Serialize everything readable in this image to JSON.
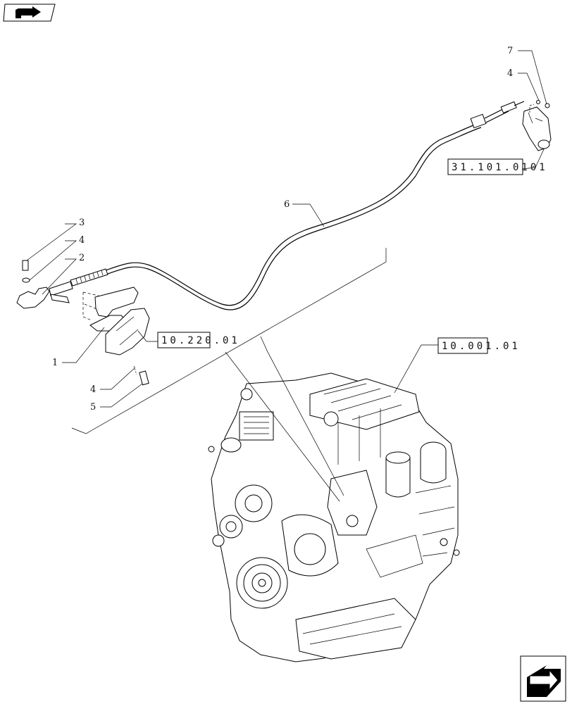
{
  "callouts": {
    "c7_top": "7",
    "c4_top": "4",
    "c6": "6",
    "c3": "3",
    "c4_left": "4",
    "c2": "2",
    "c1": "1",
    "c4_bottom": "4",
    "c5": "5"
  },
  "references": {
    "ref_31": "31.101.0101",
    "ref_10_220": "10.220.01",
    "ref_10_001": "10.001.01"
  },
  "icons": {
    "top_left": "book-arrow-icon",
    "bottom_right": "next-page-arrow-icon"
  }
}
